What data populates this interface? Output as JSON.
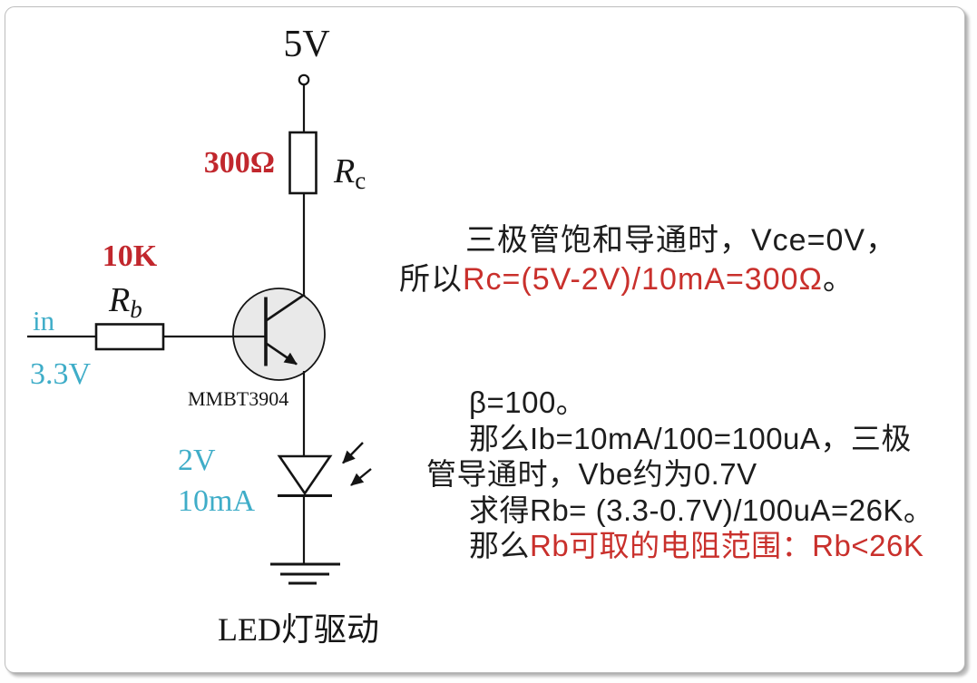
{
  "schematic": {
    "supply_label": "5V",
    "rc": {
      "value": "300Ω",
      "name_main": "R",
      "name_sub": "c"
    },
    "rb": {
      "value": "10K",
      "name_main": "R",
      "name_sub": "b"
    },
    "input": {
      "label": "in",
      "voltage": "3.3V"
    },
    "transistor": {
      "part": "MMBT3904"
    },
    "led": {
      "voltage": "2V",
      "current": "10mA"
    },
    "caption": "LED灯驱动"
  },
  "notes": {
    "block1": {
      "line1": "三极管饱和导通时，Vce=0V，",
      "line2_parts": [
        {
          "text": "所以",
          "color": "black"
        },
        {
          "text": "Rc=(5V-2V)/10mA=300Ω",
          "color": "red"
        },
        {
          "text": "。",
          "color": "black"
        }
      ]
    },
    "block2": {
      "line1": "β=100。",
      "line2": "那么Ib=10mA/100=100uA，三极",
      "line3": "管导通时，Vbe约为0.7V",
      "line4": "求得Rb= (3.3-0.7V)/100uA=26K。",
      "line5_parts": [
        {
          "text": "那么",
          "color": "black"
        },
        {
          "text": "Rb可取的电阻范围：Rb<26K",
          "color": "red"
        }
      ]
    }
  },
  "colors": {
    "accent_red_labels": "#c1272d",
    "accent_red_text": "#c9302c",
    "accent_teal": "#3fadc8",
    "wire": "#141414",
    "transistor_fill": "#e9e9e9",
    "card_border": "#bdbdbd"
  }
}
